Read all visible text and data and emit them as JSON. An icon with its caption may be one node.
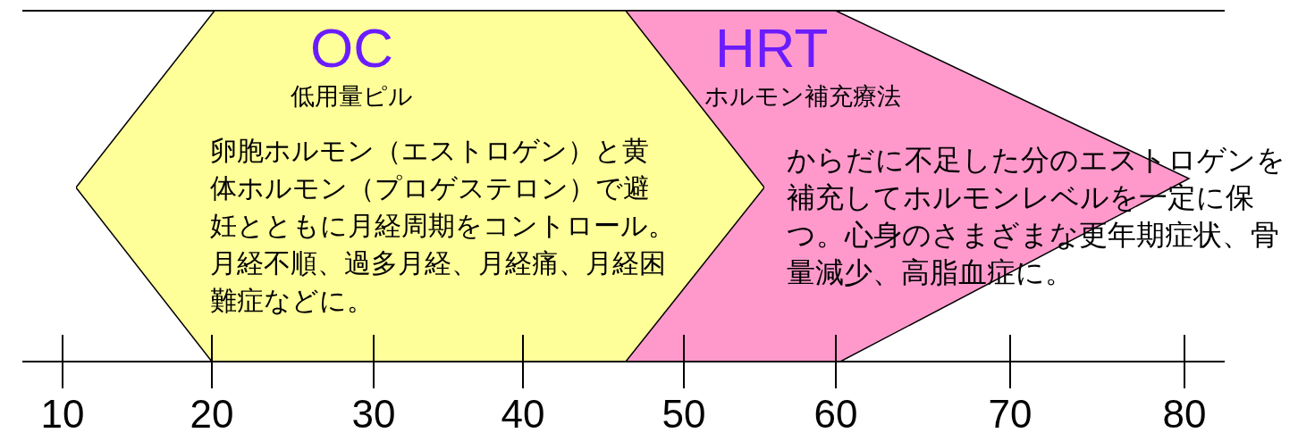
{
  "diagram": {
    "nodes": [
      {
        "text": [
          "OC",
          "低用量ピル",
          "卵胞ホルモン（エストロゲン）と黄体ホルモン（プロゲステロン）で避妊とともに月経周期をコントロール。月経不順、過多月経、月経痛、月経困難症などに。"
        ]
      },
      {
        "text": [
          "HRT",
          "ホルモン補充療法",
          "からだに不足した分のエストロゲンを補充してホルモンレベルを一定に保つ。心身のさまざまな更年期症状、骨量減少、高脂血症に。"
        ]
      }
    ],
    "labels": [
      "10",
      "20",
      "30",
      "40",
      "50",
      "60",
      "70",
      "80"
    ]
  }
}
